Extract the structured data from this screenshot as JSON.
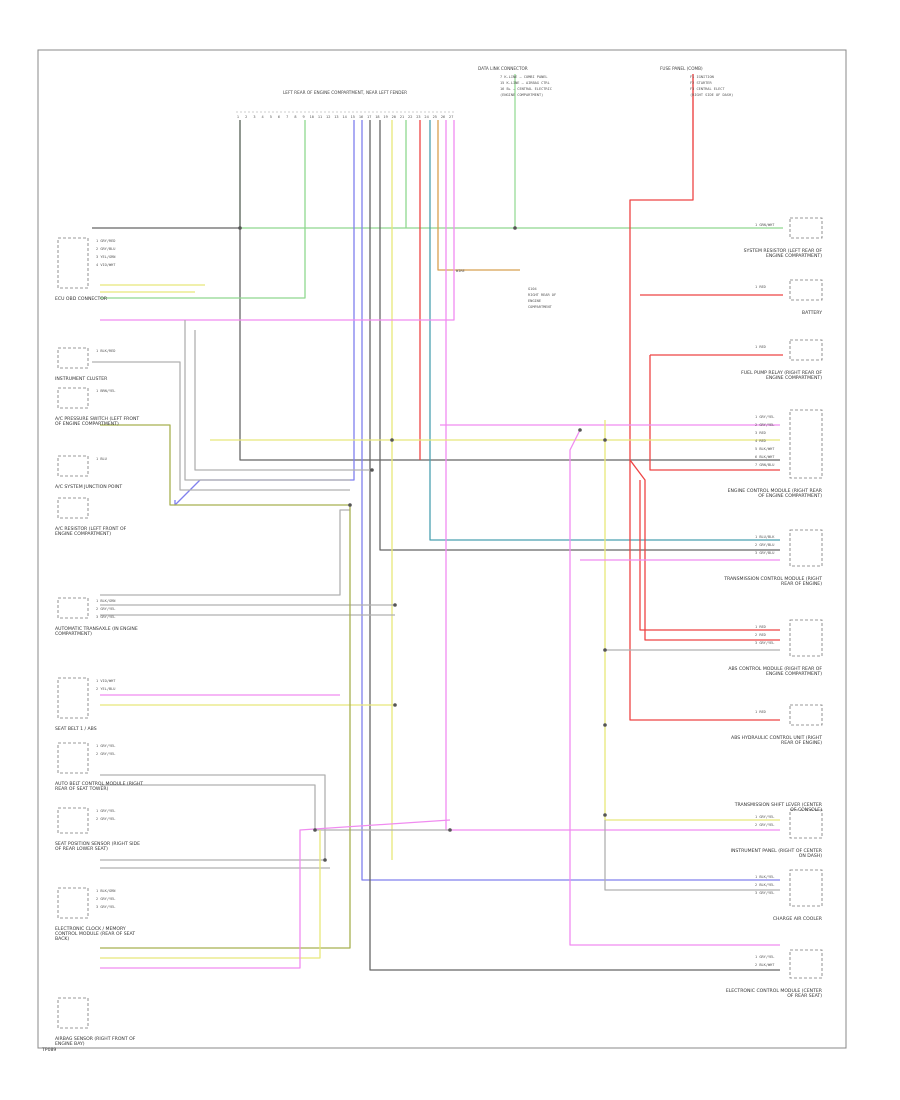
{
  "diagram": {
    "footer_code": "TP089",
    "colors": {
      "frame": "#888888",
      "black": "#666666",
      "gray": "#b0b0b0",
      "green": "#8fd88f",
      "yellow": "#e8e87a",
      "violet": "#f08cf0",
      "red": "#ee4444",
      "blue": "#8080ee",
      "brown": "#d8a050",
      "teal": "#4aa0b0",
      "olive": "#a8b050"
    },
    "top_connector": {
      "label": "LEFT REAR OF ENGINE COMPARTMENT, NEAR LEFT FENDER",
      "pins": [
        "1",
        "2",
        "3",
        "4",
        "5",
        "6",
        "7",
        "8",
        "9",
        "10",
        "11",
        "12",
        "13",
        "14",
        "15",
        "16",
        "17",
        "18",
        "19",
        "20",
        "21",
        "22",
        "23",
        "24",
        "25",
        "26",
        "27"
      ]
    },
    "headers": {
      "dlc": "DATA LINK CONNECTOR",
      "dlc_pins": [
        "7  K-LINE — COMBI PANEL",
        "15 K-LINE — AIRBAG CTRL",
        "16 B+ — CENTRAL ELECTRIC",
        "   (ENGINE COMPARTMENT)"
      ],
      "fuse": "FUSE PANEL (COMB)",
      "fuse_pins": [
        "F1 IGNITION",
        "F2 STARTER",
        "F3 CENTRAL ELECT",
        "   (RIGHT SIDE OF DASH)"
      ]
    },
    "splice": {
      "label": "WIRE",
      "desc": [
        "G104",
        "RIGHT REAR OF",
        "ENGINE",
        "COMPARTMENT"
      ]
    },
    "left_components": [
      {
        "name": "ECU OBD CONNECTOR",
        "pins": [
          "1 GRY/RED",
          "2 GRY/BLU",
          "3 YEL/GRN",
          "4 VIO/WHT"
        ]
      },
      {
        "name": "INSTRUMENT CLUSTER",
        "pins": [
          "1 BLK/RED"
        ]
      },
      {
        "name": "A/C PRESSURE SWITCH (LEFT FRONT OF ENGINE COMPARTMENT)",
        "pins": [
          "1 BRN/YEL"
        ]
      },
      {
        "name": "A/C SYSTEM JUNCTION POINT",
        "pins": [
          "1 BLU"
        ]
      },
      {
        "name": "A/C RESISTOR (LEFT FRONT OF ENGINE COMPARTMENT)",
        "pins": []
      },
      {
        "name": "AUTOMATIC TRANSAXLE (IN ENGINE COMPARTMENT)",
        "pins": [
          "1 BLK/GRN",
          "2 GRY/YEL",
          "3 GRY/YEL"
        ]
      },
      {
        "name": "SEAT BELT 1 / ABS",
        "pins": [
          "1 VIO/WHT",
          "2 YEL/BLU"
        ]
      },
      {
        "name": "AUTO BELT CONTROL MODULE (RIGHT REAR OF SEAT TOWER)",
        "pins": [
          "1 GRY/YEL",
          "2 GRY/YEL"
        ]
      },
      {
        "name": "SEAT POSITION SENSOR (RIGHT SIDE OF REAR LOWER SEAT)",
        "pins": [
          "1 GRY/YEL",
          "2 GRY/YEL"
        ]
      },
      {
        "name": "ELECTRONIC CLOCK / MEMORY CONTROL MODULE (REAR OF SEAT BACK)",
        "pins": [
          "1 BLK/GRN",
          "2 GRY/YEL",
          "3 GRY/YEL"
        ]
      },
      {
        "name": "AIRBAG SENSOR (RIGHT FRONT OF ENGINE BAY)",
        "pins": []
      }
    ],
    "right_components": [
      {
        "name": "SYSTEM RESISTOR (LEFT REAR OF ENGINE COMPARTMENT)",
        "pins": [
          "1 GRN/WHT"
        ]
      },
      {
        "name": "BATTERY",
        "pins": [
          "1 RED"
        ]
      },
      {
        "name": "FUEL PUMP RELAY (RIGHT REAR OF ENGINE COMPARTMENT)",
        "pins": [
          "1 RED"
        ]
      },
      {
        "name": "ENGINE CONTROL MODULE (RIGHT REAR OF ENGINE COMPARTMENT)",
        "pins": [
          "1 GRY/YEL",
          "2 GRY/YEL",
          "3 RED",
          "4 RED",
          "5 BLK/WHT",
          "6 BLK/WHT",
          "7 GRN/BLU"
        ]
      },
      {
        "name": "TRANSMISSION CONTROL MODULE (RIGHT REAR OF ENGINE)",
        "pins": [
          "1 BLU/BLK",
          "2 GRY/BLU",
          "3 GRY/BLU"
        ]
      },
      {
        "name": "ABS CONTROL MODULE (RIGHT REAR OF ENGINE COMPARTMENT)",
        "pins": [
          "1 RED",
          "2 RED",
          "3 GRY/YEL"
        ]
      },
      {
        "name": "ABS HYDRAULIC CONTROL UNIT (RIGHT REAR OF ENGINE)",
        "pins": [
          "1 RED"
        ]
      },
      {
        "name": "TRANSMISSION SHIFT LEVER (CENTER OF CONSOLE)",
        "pins": []
      },
      {
        "name": "INSTRUMENT PANEL (RIGHT OF CENTER ON DASH)",
        "pins": [
          "1 GRY/YEL",
          "2 GRY/YEL"
        ]
      },
      {
        "name": "CHARGE AIR COOLER",
        "pins": [
          "1 BLK/YEL",
          "2 BLK/YEL",
          "3 GRY/YEL"
        ]
      },
      {
        "name": "ELECTRONIC CONTROL MODULE (CENTER OF REAR SEAT)",
        "pins": [
          "1 GRY/YEL",
          "2 BLK/WHT"
        ]
      }
    ]
  }
}
